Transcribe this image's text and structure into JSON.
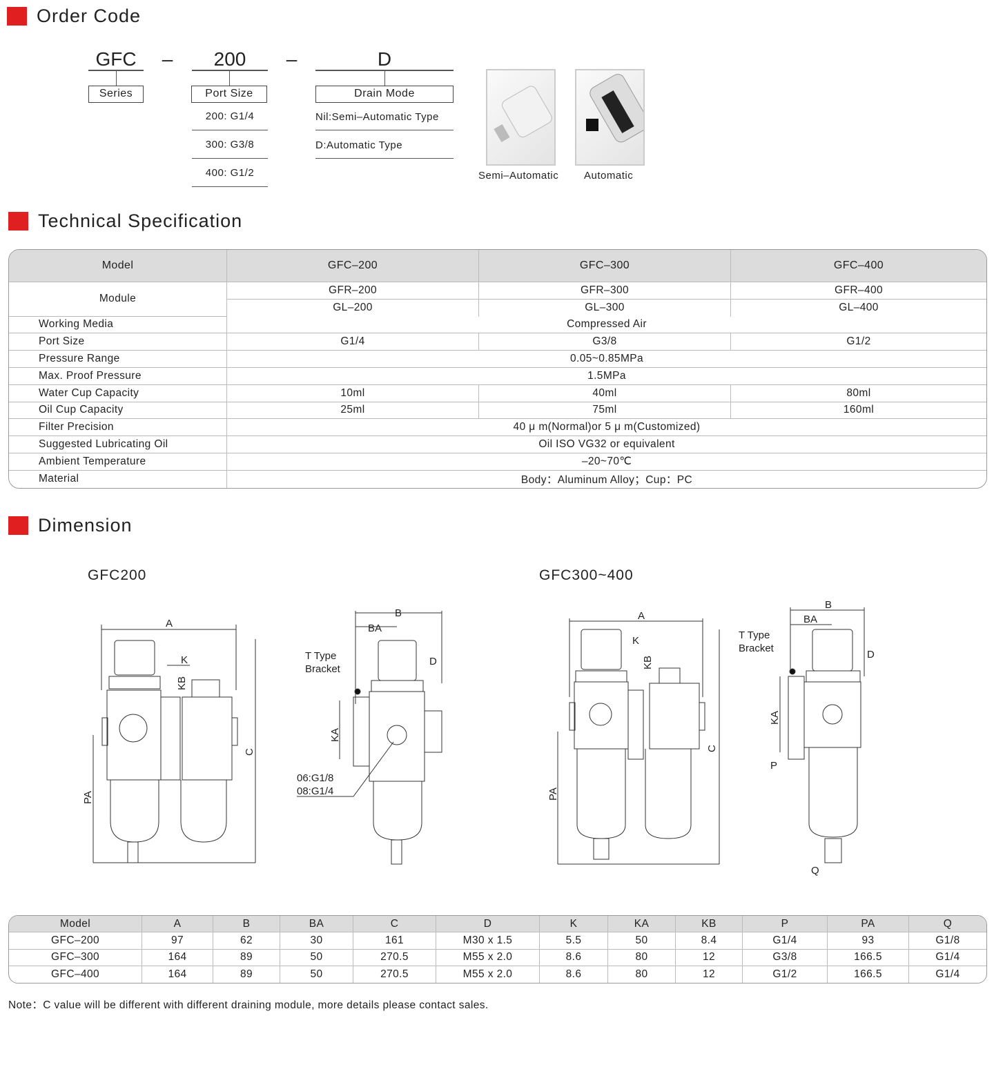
{
  "sections": {
    "order_code": "Order Code",
    "tech_spec": "Technical Specification",
    "dimension": "Dimension"
  },
  "order_code": {
    "series_code": "GFC",
    "dash": "–",
    "port_code": "200",
    "drain_code": "D",
    "series_label": "Series",
    "port_label": "Port Size",
    "drain_label": "Drain Mode",
    "port_options": [
      "200: G1/4",
      "300: G3/8",
      "400: G1/2"
    ],
    "drain_options": [
      "Nil:Semi–Automatic Type",
      "D:Automatic Type"
    ],
    "photos": [
      "Semi–Automatic",
      "Automatic"
    ]
  },
  "spec": {
    "headers": [
      "Model",
      "GFC–200",
      "GFC–300",
      "GFC–400"
    ],
    "module_label": "Module",
    "module_rows": [
      [
        "GFR–200",
        "GFR–300",
        "GFR–400"
      ],
      [
        "GL–200",
        "GL–300",
        "GL–400"
      ]
    ],
    "rows": [
      {
        "label": "Working Media",
        "all": "Compressed Air"
      },
      {
        "label": "Port Size",
        "values": [
          "G1/4",
          "G3/8",
          "G1/2"
        ]
      },
      {
        "label": "Pressure Range",
        "all": "0.05~0.85MPa"
      },
      {
        "label": "Max. Proof Pressure",
        "all": "1.5MPa"
      },
      {
        "label": "Water Cup Capacity",
        "values": [
          "10ml",
          "40ml",
          "80ml"
        ]
      },
      {
        "label": "Oil Cup Capacity",
        "values": [
          "25ml",
          "75ml",
          "160ml"
        ]
      },
      {
        "label": "Filter Precision",
        "all": "40 μ m(Normal)or 5 μ m(Customized)"
      },
      {
        "label": "Suggested Lubricating Oil",
        "all": "Oil ISO VG32 or equivalent"
      },
      {
        "label": "Ambient Temperature",
        "all": "–20~70℃"
      },
      {
        "label": "Material",
        "all": "Body：Aluminum Alloy；Cup：PC"
      }
    ]
  },
  "drawings": {
    "gfc200_title": "GFC200",
    "gfc300_title": "GFC300~400",
    "labels": {
      "A": "A",
      "B": "B",
      "BA": "BA",
      "C": "C",
      "D": "D",
      "K": "K",
      "KA": "KA",
      "KB": "KB",
      "P": "P",
      "PA": "PA",
      "Q": "Q",
      "bracket1": "T Type",
      "bracket2": "Bracket",
      "port1": "06:G1/8",
      "port2": "08:G1/4"
    }
  },
  "dim_table": {
    "headers": [
      "Model",
      "A",
      "B",
      "BA",
      "C",
      "D",
      "K",
      "KA",
      "KB",
      "P",
      "PA",
      "Q"
    ],
    "rows": [
      [
        "GFC–200",
        "97",
        "62",
        "30",
        "161",
        "M30 x 1.5",
        "5.5",
        "50",
        "8.4",
        "G1/4",
        "93",
        "G1/8"
      ],
      [
        "GFC–300",
        "164",
        "89",
        "50",
        "270.5",
        "M55 x 2.0",
        "8.6",
        "80",
        "12",
        "G3/8",
        "166.5",
        "G1/4"
      ],
      [
        "GFC–400",
        "164",
        "89",
        "50",
        "270.5",
        "M55 x 2.0",
        "8.6",
        "80",
        "12",
        "G1/2",
        "166.5",
        "G1/4"
      ]
    ]
  },
  "note": "Note：C value will be different with different draining module, more details please contact sales.",
  "colors": {
    "accent": "#e02020",
    "header_bg": "#dcdcdc"
  }
}
